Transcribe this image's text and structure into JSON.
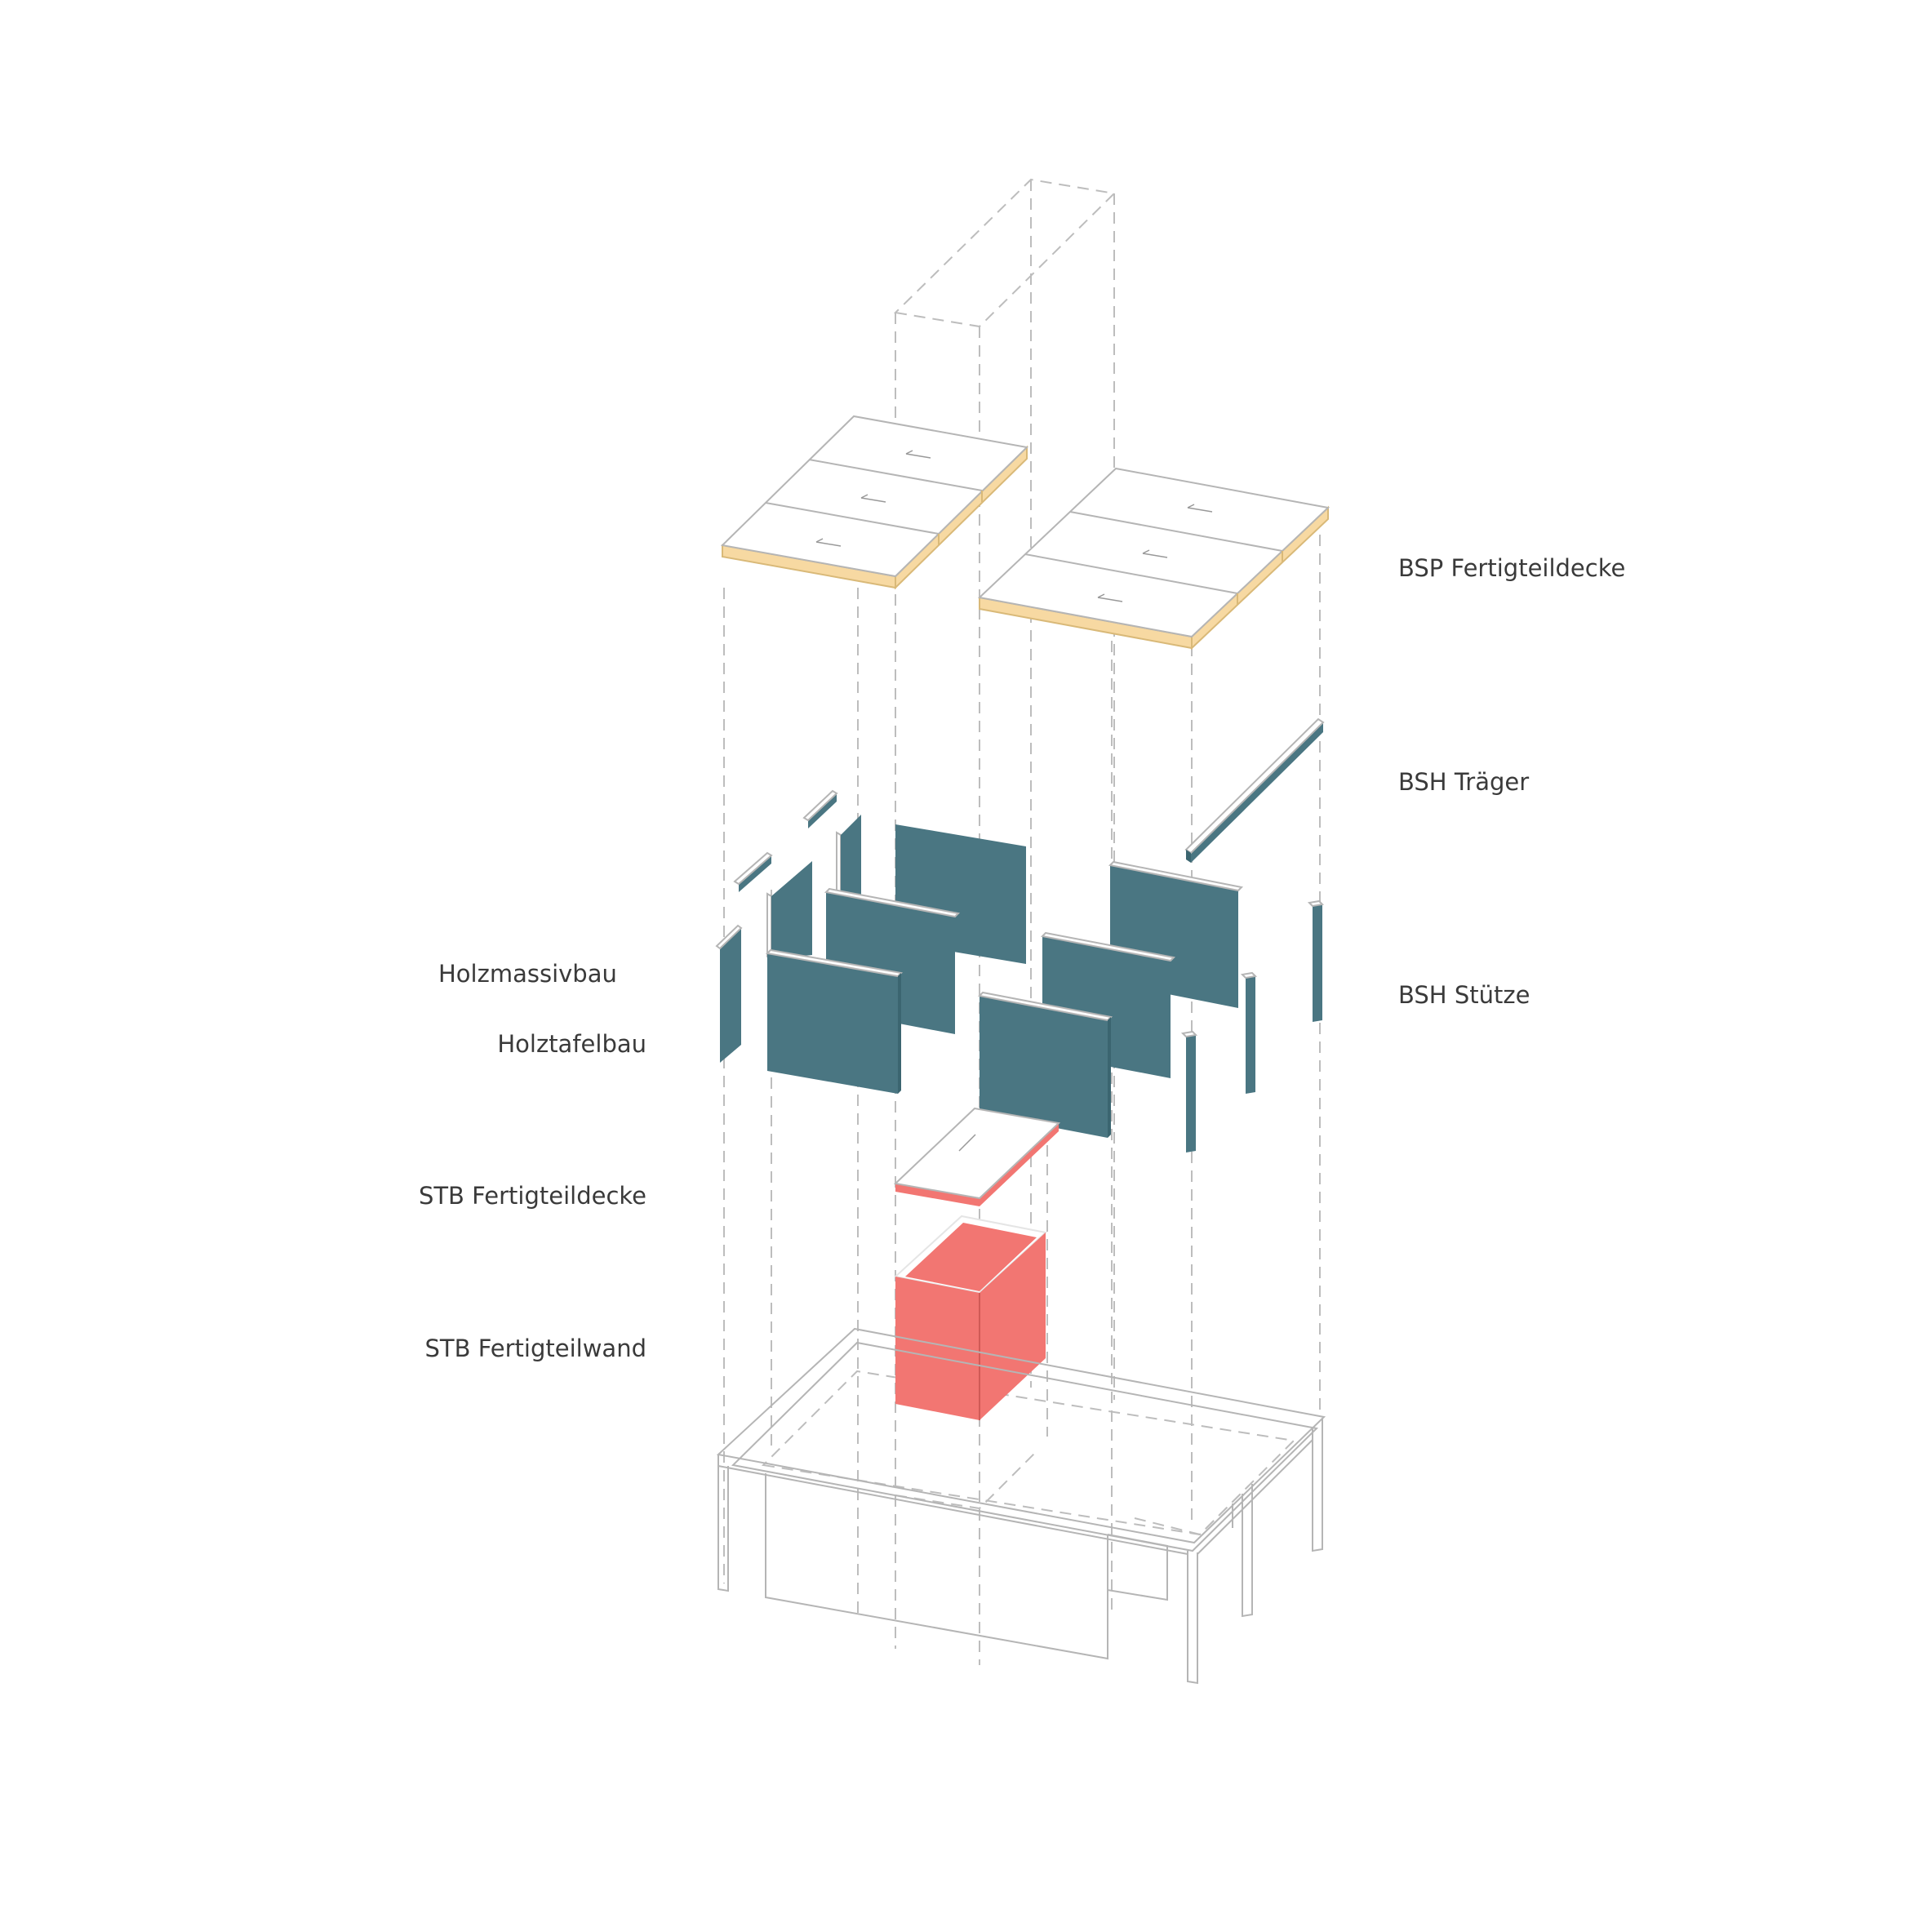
{
  "diagram": {
    "labels": {
      "bsp_fertigteildecke": "BSP Fertigteildecke",
      "bsh_traeger": "BSH Träger",
      "bsh_stuetze": "BSH Stütze",
      "holzmassivbau": "Holzmassivbau",
      "holztafelbau": "Holztafelbau",
      "stb_fertigteildecke": "STB Fertigteildecke",
      "stb_fertigteilwand": "STB Fertigteilwand"
    },
    "colors": {
      "timber_panel": "#4a7682",
      "clt_slab_edge": "#f7d9a2",
      "concrete": "#f27672",
      "line": "#b5b5b5",
      "dashed": "#bdbdbd"
    }
  }
}
